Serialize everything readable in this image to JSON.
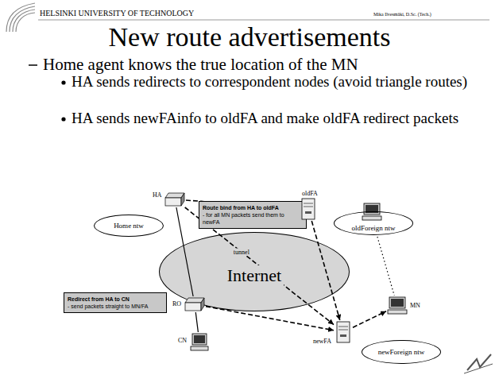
{
  "diagram": {
    "title": "New route advertisements",
    "nodes": [
      {
        "text": [
          "Route bind from HA to oldFA",
          "- for all MN packets send them to newFA"
        ]
      },
      {
        "text": [
          "HA"
        ]
      },
      {
        "text": [
          "oldFA"
        ]
      },
      {
        "text": [
          "oldForeign ntw"
        ]
      },
      {
        "text": [
          "Home ntw"
        ]
      },
      {
        "text": [
          "Internet"
        ]
      },
      {
        "text": [
          "Redirect from HA to CN",
          "- send packets straight to MN/FA"
        ]
      },
      {
        "text": [
          "RO"
        ]
      },
      {
        "text": [
          "newFA"
        ]
      },
      {
        "text": [
          "MN"
        ]
      },
      {
        "text": [
          "CN"
        ]
      },
      {
        "text": [
          "newForeign ntw"
        ]
      }
    ],
    "edges": [
      {
        "from": 1,
        "to": 2,
        "arrow": "none"
      },
      {
        "from": 1,
        "to": 8,
        "label": "tunnel",
        "arrow": "to"
      },
      {
        "from": 2,
        "to": 8,
        "arrow": "to"
      },
      {
        "from": 7,
        "to": 1,
        "arrow": "none"
      },
      {
        "from": 10,
        "to": 7,
        "arrow": "none"
      },
      {
        "from": 7,
        "to": 8,
        "arrow": "to"
      },
      {
        "from": 8,
        "to": 9,
        "arrow": "to"
      },
      {
        "from": 3,
        "to": 9,
        "arrow": "none"
      }
    ],
    "labels": [
      "HELSINKI UNIVERSITY OF TECHNOLOGY",
      "Mika Ilvesmäki, D.Sc. (Tech.)",
      "Home agent knows the true location of the MN",
      "HA sends redirects to correspondent nodes (avoid triangle routes)",
      "HA sends newFAinfo to oldFA and make oldFA redirect packets"
    ]
  }
}
